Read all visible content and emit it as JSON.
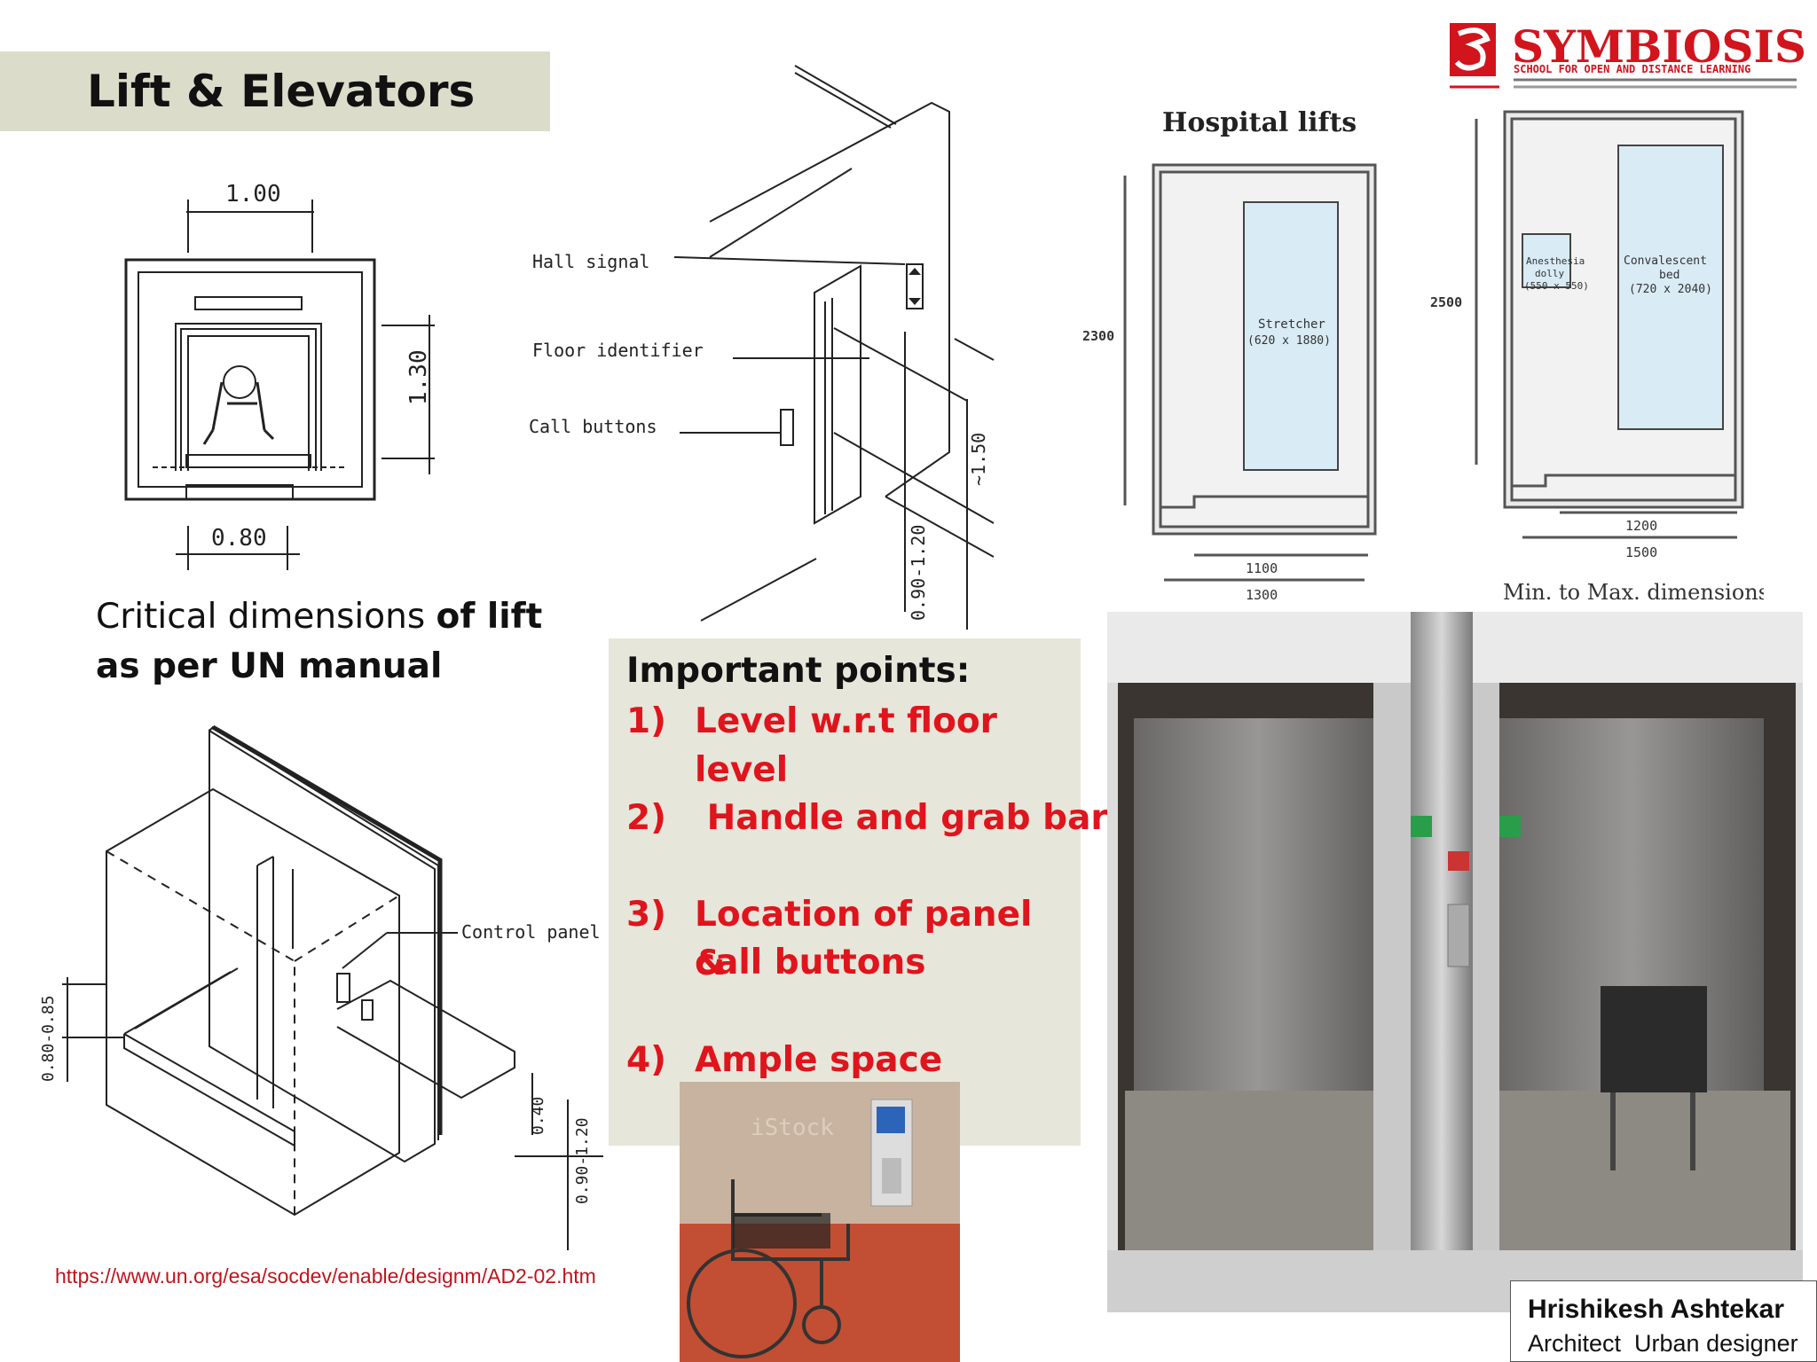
{
  "header": {
    "title": "Lift & Elevators"
  },
  "logo": {
    "name": "SYMBIOSIS",
    "tagline": "SCHOOL FOR OPEN AND DISTANCE LEARNING"
  },
  "plan_figure": {
    "top_dim": "1.00",
    "side_dim": "1.30",
    "door_dim": "0.80"
  },
  "caption": {
    "normal": "Critical dimensions ",
    "bold": "of lift as per UN manual"
  },
  "elevation_figure": {
    "labels": [
      "Hall signal",
      "Floor identifier",
      "Call buttons"
    ],
    "dims": [
      "~1.50",
      "0.90-1.20"
    ]
  },
  "hospital_figure": {
    "title": "Hospital lifts",
    "left_plan": {
      "height": "2300",
      "item": "Stretcher",
      "item_size": "(620 x 1880)",
      "width_min": "1100",
      "width_max": "1300"
    },
    "right_plan": {
      "height": "2500",
      "item1": "Anesthesia",
      "item1_b": "dolly",
      "item1_size": "(550 x 550)",
      "item2": "Convalescent",
      "item2_b": "bed",
      "item2_size": "(720 x 2040)",
      "width_min": "1200",
      "width_max": "1500"
    },
    "footer": "Min. to Max. dimensions"
  },
  "points": {
    "heading": "Important points:",
    "items": [
      {
        "num": "1)",
        "text": "Level w.r.t floor level"
      },
      {
        "num": "2)",
        "text": " Handle and grab bars"
      },
      {
        "num": "3)",
        "text": "Location of panel &"
      },
      {
        "num": "",
        "text": "call buttons"
      },
      {
        "num": "4)",
        "text": "Ample space inside"
      }
    ]
  },
  "iso_figure": {
    "label": "Control panel",
    "dims": [
      "0.80-0.85",
      "0.40",
      "0.90-1.20"
    ]
  },
  "photo": {
    "watermark": "iStock"
  },
  "url": "https://www.un.org/esa/socdev/enable/designm/AD2-02.htm",
  "author": {
    "name": "Hrishikesh Ashtekar",
    "role": "Architect  Urban designer"
  },
  "colors": {
    "accent_red": "#e0141c",
    "title_bar": "#dcdccb",
    "points_bg": "#e6e6da"
  }
}
